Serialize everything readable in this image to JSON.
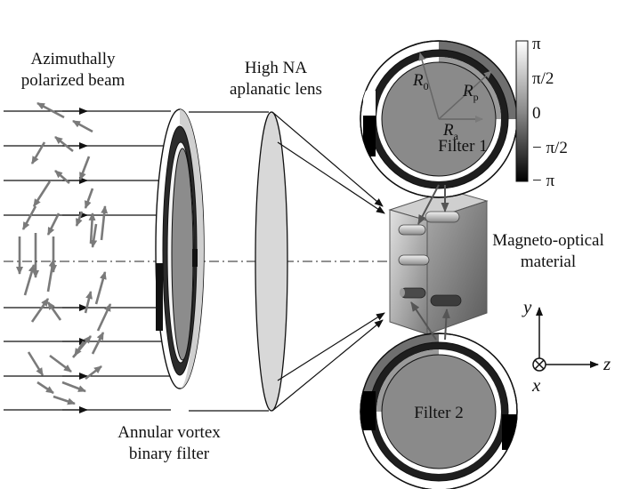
{
  "labels": {
    "beam_line1": "Azimuthally",
    "beam_line2": "polarized beam",
    "lens_line1": "High NA",
    "lens_line2": "aplanatic lens",
    "filter_line1": "Annular vortex",
    "filter_line2": "binary filter",
    "material_line1": "Magneto-optical",
    "material_line2": "material",
    "filter1": "Filter 1",
    "filter2": "Filter 2"
  },
  "radii": {
    "r0_base": "R",
    "r0_sub": "0",
    "rp_base": "R",
    "rp_sub": "p",
    "ra_base": "R",
    "ra_sub": "a"
  },
  "colorbar": {
    "ticks": [
      "π",
      "π/2",
      "0",
      "− π/2",
      "− π"
    ]
  },
  "axes": {
    "y": "y",
    "z": "z",
    "x": "x"
  }
}
